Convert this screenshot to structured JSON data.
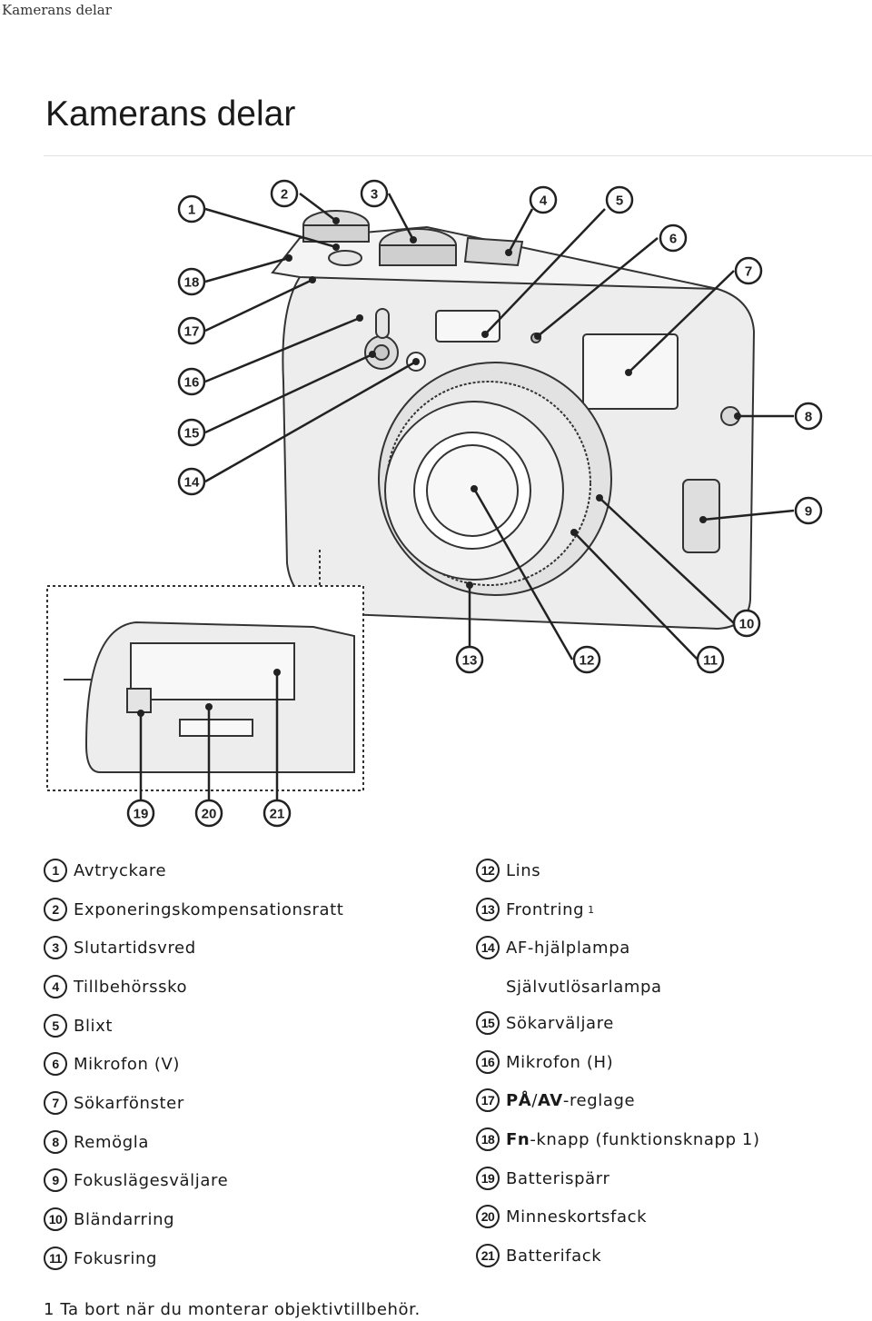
{
  "running_head": "Kamerans delar",
  "page_title": "Kamerans delar",
  "diagram_callouts": [
    "1",
    "2",
    "3",
    "4",
    "5",
    "6",
    "7",
    "8",
    "9",
    "10",
    "11",
    "12",
    "13",
    "14",
    "15",
    "16",
    "17",
    "18",
    "19",
    "20",
    "21"
  ],
  "legend_left": [
    {
      "num": "1",
      "label": "Avtryckare"
    },
    {
      "num": "2",
      "label": "Exponeringskompensationsratt"
    },
    {
      "num": "3",
      "label": "Slutartidsvred"
    },
    {
      "num": "4",
      "label": "Tillbehörssko"
    },
    {
      "num": "5",
      "label": "Blixt"
    },
    {
      "num": "6",
      "label": "Mikrofon (V)"
    },
    {
      "num": "7",
      "label": "Sökarfönster"
    },
    {
      "num": "8",
      "label": "Remögla"
    },
    {
      "num": "9",
      "label": "Fokuslägesväljare"
    },
    {
      "num": "10",
      "label": "Bländarring"
    },
    {
      "num": "11",
      "label": "Fokusring"
    }
  ],
  "legend_right": {
    "n12": "12",
    "lins": "Lins",
    "n13": "13",
    "frontring": "Frontring",
    "frontring_sup": "1",
    "n14": "14",
    "af": "AF-hjälplampa",
    "selftimer": "Självutlösarlampa",
    "n15": "15",
    "sokarvaljare": "Sökarväljare",
    "n16": "16",
    "mikrofon_h": "Mikrofon (H)",
    "n17": "17",
    "pa": "PÅ",
    "sep": "/",
    "av": "AV",
    "reglage": "-reglage",
    "n18": "18",
    "fn": "Fn",
    "fn_rest": "-knapp (funktionsknapp 1)",
    "n19": "19",
    "batterisparr": "Batterispärr",
    "n20": "20",
    "minneskort": "Minneskortsfack",
    "n21": "21",
    "batterifack": "Batterifack"
  },
  "footnote": "1 Ta bort när du monterar objektivtillbehör."
}
